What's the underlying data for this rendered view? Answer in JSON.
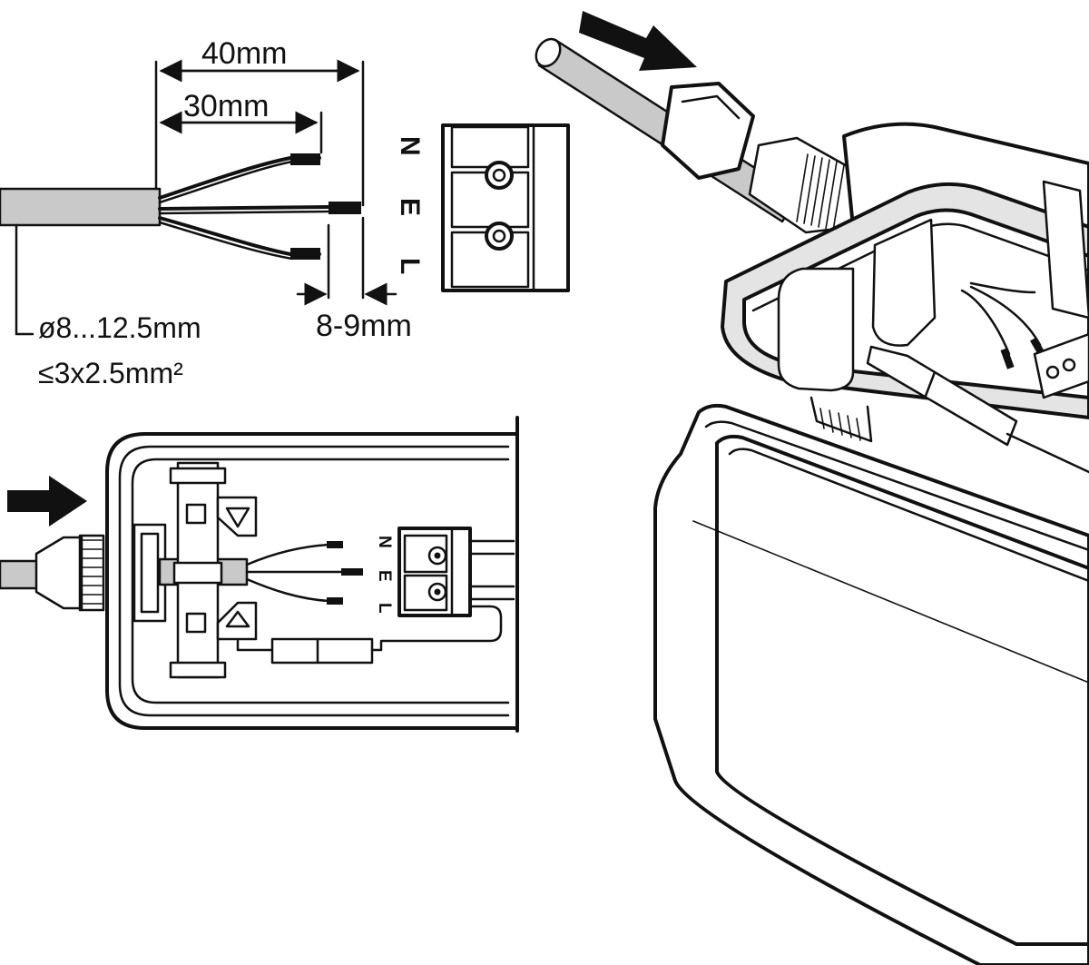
{
  "strip_diagram": {
    "dim_outer": "40mm",
    "dim_inner": "30mm",
    "dim_strip": "8-9mm",
    "cable_diameter": "ø8...12.5mm",
    "cable_cross_section": "≤3x2.5mm²"
  },
  "terminal_block": {
    "labels": [
      "N",
      "E",
      "L"
    ]
  },
  "bottom_terminal": {
    "labels": [
      "N",
      "E",
      "L"
    ]
  },
  "colors": {
    "line": "#111111",
    "cable_grey": "#c9c9c9",
    "housing_fill": "#e4e4e4"
  }
}
